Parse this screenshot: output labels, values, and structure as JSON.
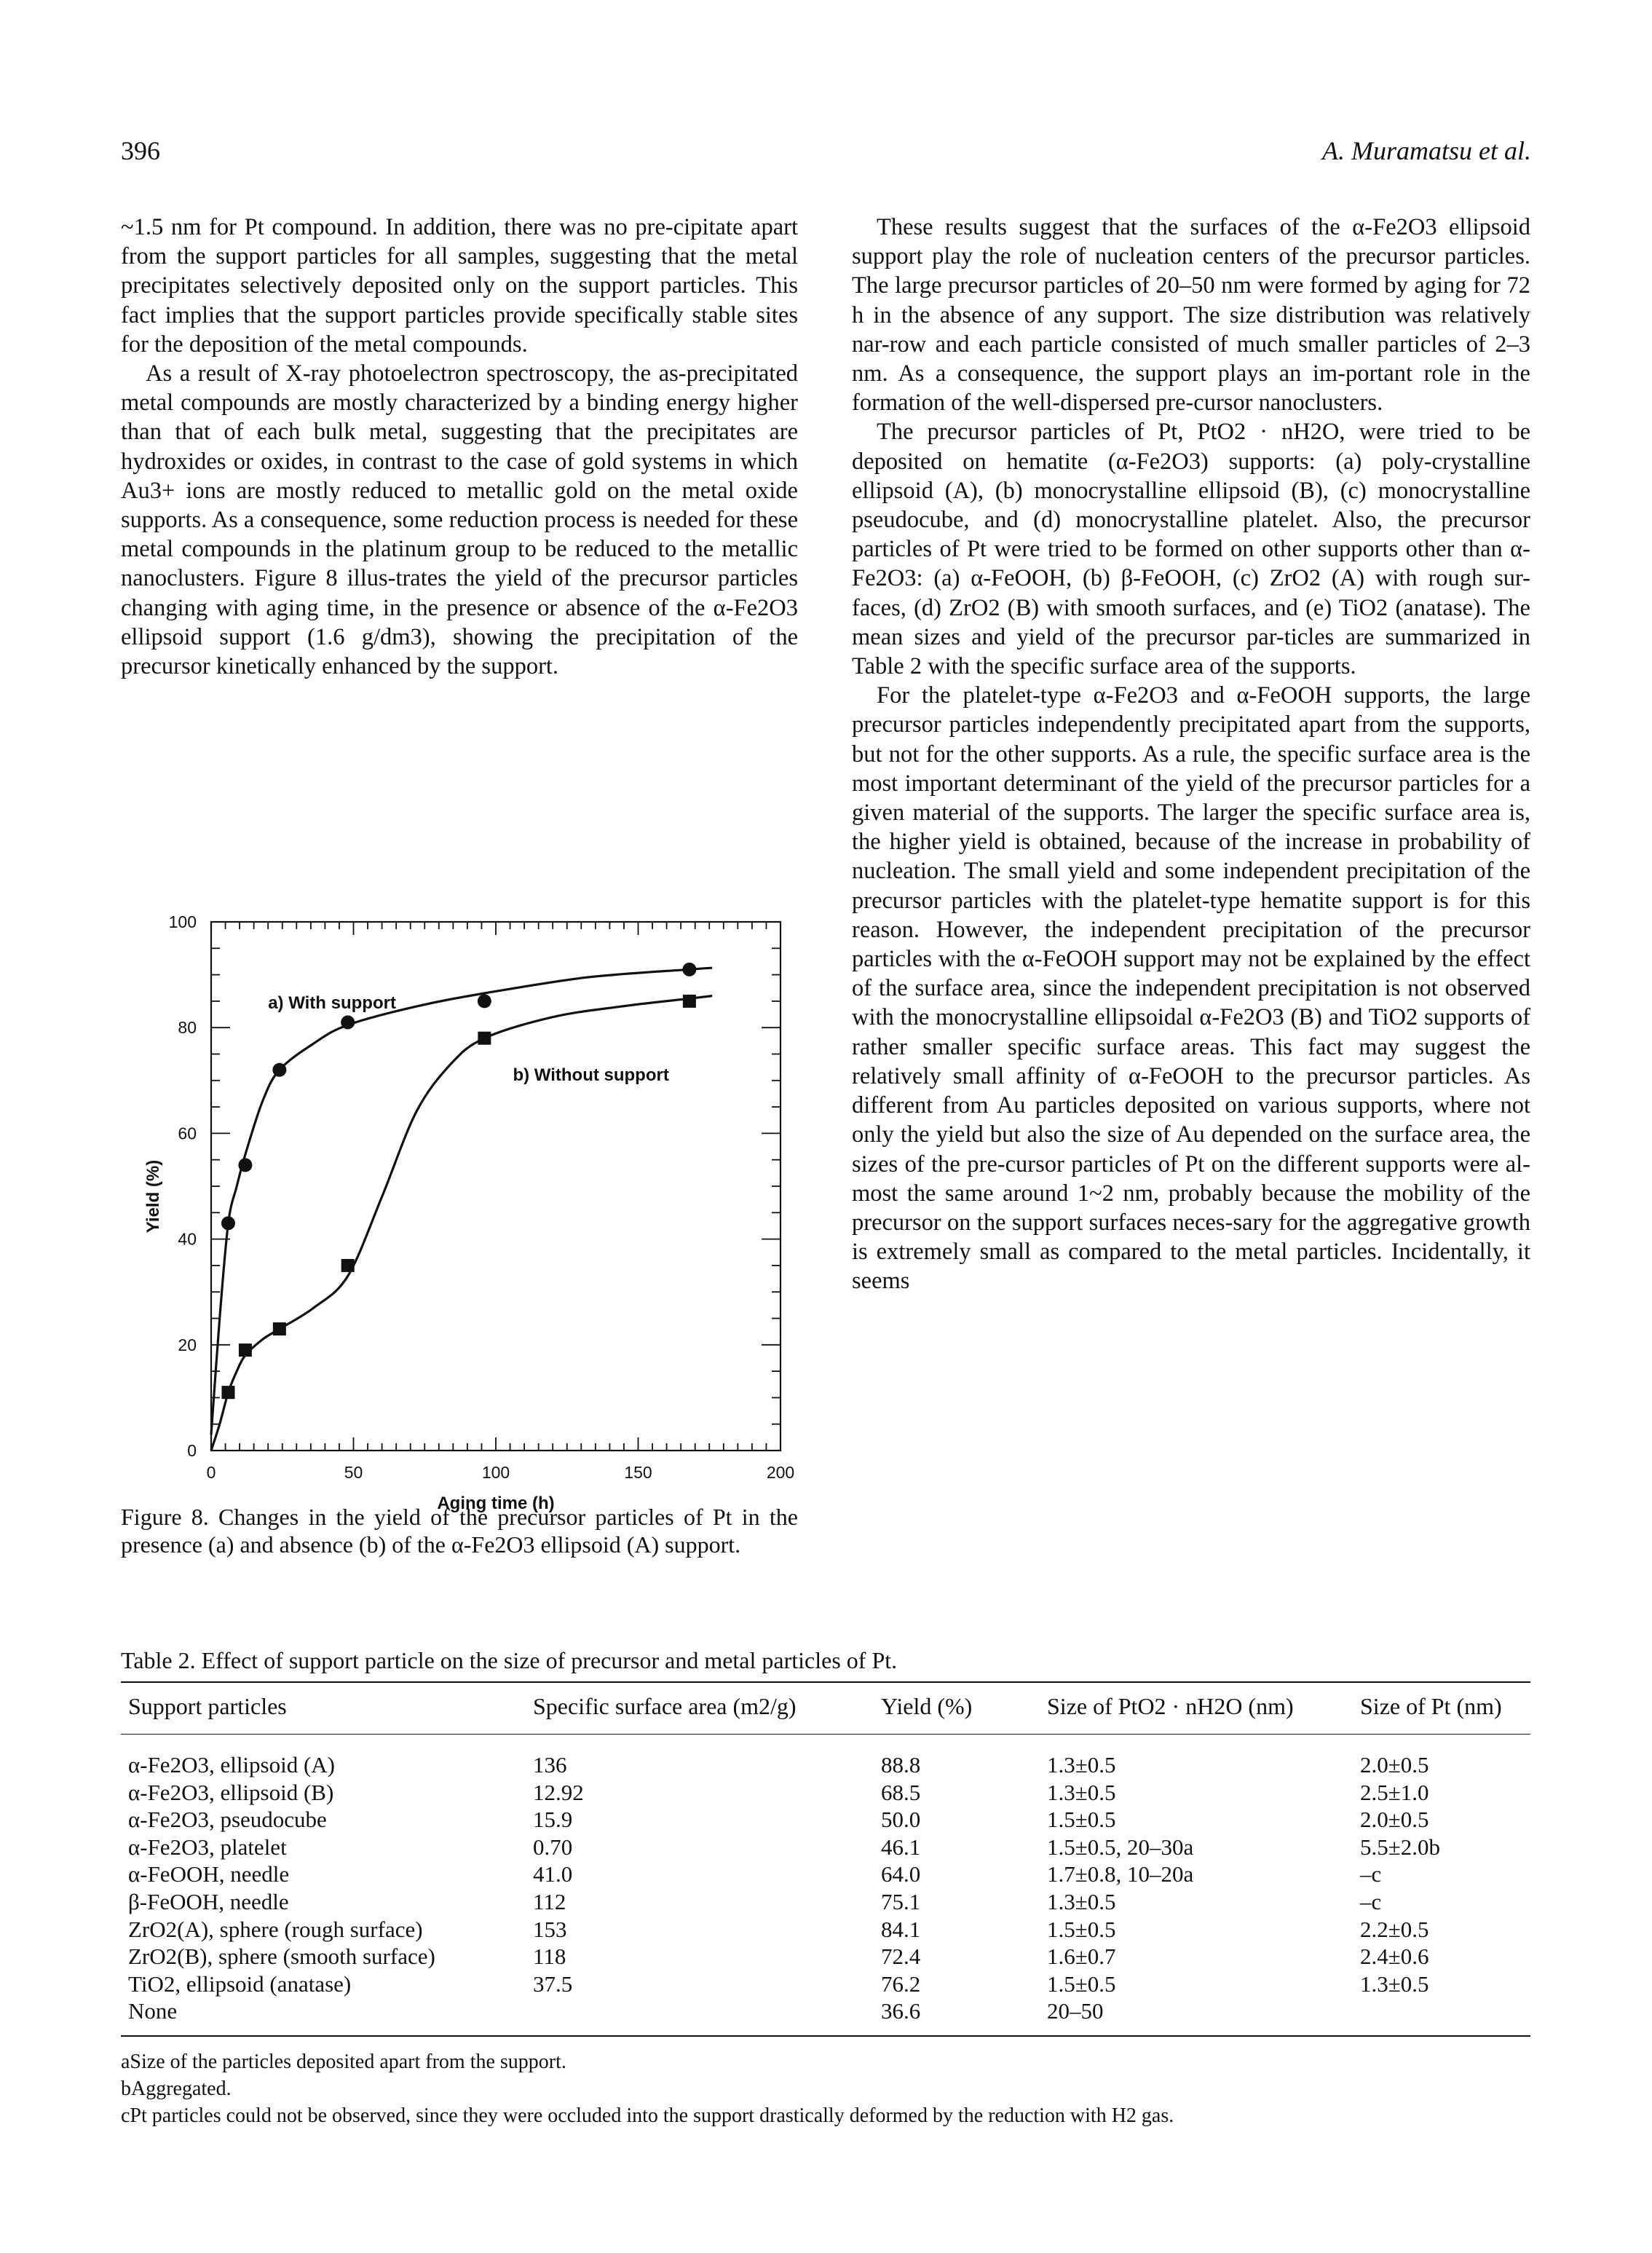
{
  "header": {
    "page_number": "396",
    "running_head": "A. Muramatsu et al."
  },
  "left_column": {
    "p1": "~1.5 nm for Pt compound. In addition, there was no pre-cipitate apart from the support particles for all samples, suggesting that the metal precipitates selectively deposited only on the support particles. This fact implies that the support particles provide specifically stable sites for the deposition of the metal compounds.",
    "p2": "As a result of X-ray photoelectron spectroscopy, the as-precipitated metal compounds are mostly characterized by a binding energy higher than that of each bulk metal, suggesting that the precipitates are hydroxides or oxides, in contrast to the case of gold systems in which Au3+ ions are mostly reduced to metallic gold on the metal oxide supports. As a consequence, some reduction process is needed for these metal compounds in the platinum group to be reduced to the metallic nanoclusters. Figure 8 illus-trates the yield of the precursor particles changing with aging time, in the presence or absence of the α-Fe2O3 ellipsoid support (1.6 g/dm3), showing the precipitation of the precursor kinetically enhanced by the support."
  },
  "right_column": {
    "p1": "These results suggest that the surfaces of the α-Fe2O3 ellipsoid support play the role of nucleation centers of the precursor particles. The large precursor particles of 20–50 nm were formed by aging for 72 h in the absence of any support. The size distribution was relatively nar-row and each particle consisted of much smaller particles of 2–3 nm. As a consequence, the support plays an im-portant role in the formation of the well-dispersed pre-cursor nanoclusters.",
    "p2": "The precursor particles of Pt, PtO2 · nH2O, were tried to be deposited on hematite (α-Fe2O3) supports: (a) poly-crystalline ellipsoid (A), (b) monocrystalline ellipsoid (B), (c) monocrystalline pseudocube, and (d) monocrystalline platelet. Also, the precursor particles of Pt were tried to be formed on other supports other than α-Fe2O3: (a) α-FeOOH, (b) β-FeOOH, (c) ZrO2 (A) with rough sur-faces, (d) ZrO2 (B) with smooth surfaces, and (e) TiO2 (anatase). The mean sizes and yield of the precursor par-ticles are summarized in Table 2 with the specific surface area of the supports.",
    "p3": "For the platelet-type α-Fe2O3 and α-FeOOH supports, the large precursor particles independently precipitated apart from the supports, but not for the other supports. As a rule, the specific surface area is the most important determinant of the yield of the precursor particles for a given material of the supports. The larger the specific surface area is, the higher yield is obtained, because of the increase in probability of nucleation. The small yield and some independent precipitation of the precursor particles with the platelet-type hematite support is for this reason. However, the independent precipitation of the precursor particles with the α-FeOOH support may not be explained by the effect of the surface area, since the independent precipitation is not observed with the monocrystalline ellipsoidal α-Fe2O3 (B) and TiO2 supports of rather smaller specific surface areas. This fact may suggest the relatively small affinity of α-FeOOH to the precursor particles. As different from Au particles deposited on various supports, where not only the yield but also the size of Au depended on the surface area, the sizes of the pre-cursor particles of Pt on the different supports were al-most the same around 1~2 nm, probably because the mobility of the precursor on the support surfaces neces-sary for the aggregative growth is extremely small as compared to the metal particles. Incidentally, it seems"
  },
  "figure": {
    "caption": "Figure 8.  Changes in the yield of the precursor particles of Pt in the presence (a) and absence (b) of the α-Fe2O3 ellipsoid (A) support."
  },
  "chart_data": {
    "type": "line",
    "xlabel": "Aging time (h)",
    "ylabel": "Yield (%)",
    "xlim": [
      0,
      200
    ],
    "ylim": [
      0,
      100
    ],
    "xticks": [
      0,
      50,
      100,
      150,
      200
    ],
    "yticks": [
      0,
      20,
      40,
      60,
      80,
      100
    ],
    "grid": false,
    "series": [
      {
        "name": "a) With support",
        "marker": "circle",
        "x": [
          6,
          12,
          24,
          48,
          96,
          168
        ],
        "y": [
          43,
          54,
          72,
          81,
          85,
          91
        ],
        "curve_x": [
          0,
          3,
          6,
          9,
          12,
          18,
          24,
          36,
          48,
          72,
          96,
          132,
          168,
          176
        ],
        "curve_y": [
          3,
          25,
          43,
          50,
          56,
          66,
          72,
          77,
          80.5,
          84,
          86.5,
          89.5,
          91,
          91.3
        ]
      },
      {
        "name": "b) Without support",
        "marker": "square",
        "x": [
          6,
          12,
          24,
          48,
          96,
          168
        ],
        "y": [
          11,
          19,
          23,
          35,
          78,
          85
        ],
        "curve_x": [
          0,
          3,
          6,
          9,
          12,
          18,
          24,
          36,
          48,
          60,
          72,
          84,
          96,
          120,
          144,
          168,
          176
        ],
        "curve_y": [
          0,
          5,
          11,
          15,
          18,
          21,
          23,
          27,
          33,
          48,
          64,
          73,
          78,
          82,
          84,
          85.5,
          86
        ]
      }
    ]
  },
  "table": {
    "caption": "Table 2.  Effect of support particle on the size of precursor and metal particles of Pt.",
    "headers": [
      "Support particles",
      "Specific surface area (m2/g)",
      "Yield (%)",
      "Size of PtO2 · nH2O (nm)",
      "Size of Pt (nm)"
    ],
    "rows": [
      [
        "α-Fe2O3, ellipsoid (A)",
        "136",
        "88.8",
        "1.3±0.5",
        "2.0±0.5"
      ],
      [
        "α-Fe2O3, ellipsoid (B)",
        "12.92",
        "68.5",
        "1.3±0.5",
        "2.5±1.0"
      ],
      [
        "α-Fe2O3, pseudocube",
        "15.9",
        "50.0",
        "1.5±0.5",
        "2.0±0.5"
      ],
      [
        "α-Fe2O3, platelet",
        "0.70",
        "46.1",
        "1.5±0.5, 20–30a",
        "5.5±2.0b"
      ],
      [
        "α-FeOOH, needle",
        "41.0",
        "64.0",
        "1.7±0.8, 10–20a",
        "–c"
      ],
      [
        "β-FeOOH, needle",
        "112",
        "75.1",
        "1.3±0.5",
        "–c"
      ],
      [
        "ZrO2(A), sphere (rough surface)",
        "153",
        "84.1",
        "1.5±0.5",
        "2.2±0.5"
      ],
      [
        "ZrO2(B), sphere (smooth surface)",
        "118",
        "72.4",
        "1.6±0.7",
        "2.4±0.6"
      ],
      [
        "TiO2, ellipsoid (anatase)",
        "37.5",
        "76.2",
        "1.5±0.5",
        "1.3±0.5"
      ],
      [
        "None",
        "",
        "36.6",
        "20–50",
        ""
      ]
    ],
    "footnotes": [
      "aSize of the particles deposited apart from the support.",
      "bAggregated.",
      "cPt particles could not be observed, since they were occluded into the support drastically deformed by the reduction with H2 gas."
    ]
  }
}
